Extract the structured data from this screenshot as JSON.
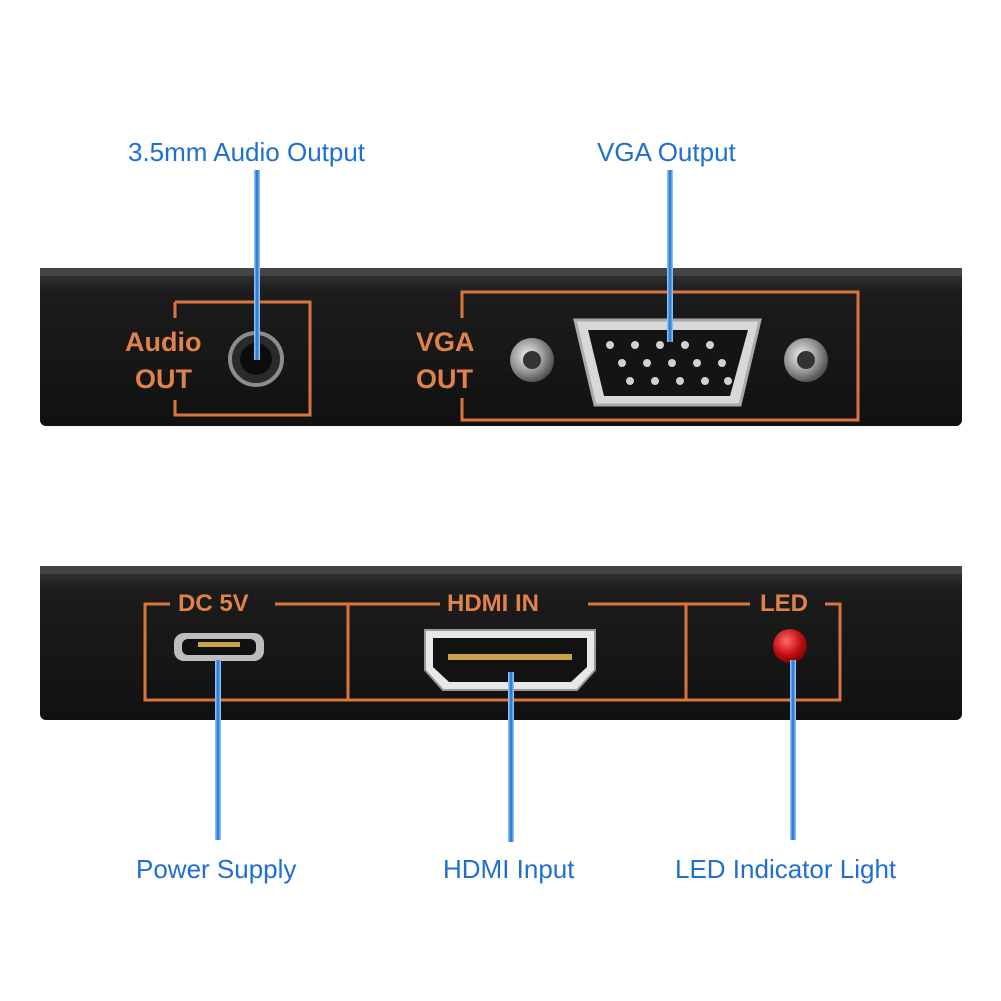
{
  "callouts": {
    "audio_output": "3.5mm Audio Output",
    "vga_output": "VGA Output",
    "power_supply": "Power Supply",
    "hdmi_input": "HDMI Input",
    "led_indicator": "LED Indicator Light"
  },
  "panel_labels": {
    "audio_line1": "Audio",
    "audio_line2": "OUT",
    "vga_line1": "VGA",
    "vga_line2": "OUT",
    "dc": "DC 5V",
    "hdmi": "HDMI IN",
    "led": "LED"
  },
  "colors": {
    "callout_text": "#1e6fd0",
    "panel_label": "#e0824a",
    "device_body": "#1a1a1a",
    "led": "#d81b1b"
  }
}
